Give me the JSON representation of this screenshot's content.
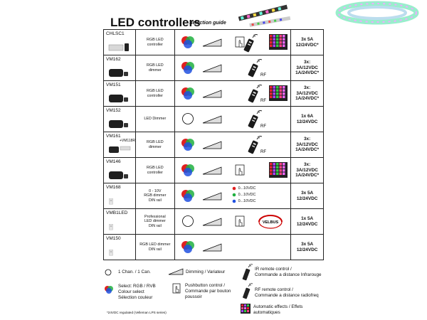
{
  "header": {
    "title": "LED controllers",
    "subtitle": "Selection guide"
  },
  "products": [
    {
      "code": "CHLSC1",
      "sub": "",
      "description": [
        "RGB LED",
        "controller"
      ],
      "spec": [
        "3x 5A",
        "12/24VDC*"
      ],
      "icons": [
        "colour-select",
        "dimming",
        "pushbutton",
        "ir-remote",
        "automatic-effects"
      ]
    },
    {
      "code": "VM162",
      "sub": "",
      "description": [
        "RGB LED",
        "dimmer"
      ],
      "spec": [
        "3x:",
        "3A/12VDC",
        "1A/24VDC*"
      ],
      "icons": [
        "colour-select",
        "dimming",
        "rf-remote"
      ]
    },
    {
      "code": "VM151",
      "sub": "",
      "description": [
        "RGB LED",
        "controller"
      ],
      "spec": [
        "3x:",
        "3A/12VDC",
        "1A/24VDC*"
      ],
      "icons": [
        "colour-select",
        "dimming",
        "rf-remote",
        "automatic-effects"
      ]
    },
    {
      "code": "VM152",
      "sub": "",
      "description": [
        "LED Dimmer"
      ],
      "spec": [
        "1x 6A",
        "12/24VDC"
      ],
      "icons": [
        "single-channel",
        "dimming",
        "rf-remote"
      ]
    },
    {
      "code": "VM161",
      "sub": "+VM118R",
      "description": [
        "RGB LED",
        "dimmer"
      ],
      "spec": [
        "3x:",
        "3A/12VDC",
        "1A/24VDC*"
      ],
      "icons": [
        "colour-select",
        "dimming",
        "rf-remote"
      ]
    },
    {
      "code": "VM146",
      "sub": "",
      "description": [
        "RGB LED",
        "controller"
      ],
      "spec": [
        "3x:",
        "3A/12VDC",
        "1A/24VDC*"
      ],
      "icons": [
        "colour-select",
        "dimming",
        "pushbutton",
        "automatic-effects"
      ]
    },
    {
      "code": "VM168",
      "sub": "",
      "description": [
        "0 - 10V",
        "RGB dimmer",
        "DIN rail"
      ],
      "spec": [
        "3x 5A",
        "12/24VDC"
      ],
      "icons": [
        "colour-select",
        "dimming",
        "0-10vdc"
      ],
      "voltage": [
        "0...10VDC",
        "0...10VDC",
        "0...10VDC"
      ]
    },
    {
      "code": "VMB1LED",
      "sub": "",
      "description": [
        "Professional",
        "LED dimmer",
        "DIN rail"
      ],
      "spec": [
        "1x 5A",
        "12/24VDC"
      ],
      "icons": [
        "single-channel",
        "dimming",
        "pushbutton",
        "velbus"
      ],
      "velbus": "VELBUS"
    },
    {
      "code": "VM150",
      "sub": "",
      "description": [
        "RGB LED dimmer",
        "DIN rail"
      ],
      "spec": [
        "3x 5A",
        "12/24VDC"
      ],
      "icons": [
        "colour-select",
        "dimming"
      ]
    }
  ],
  "legend": {
    "single_channel": "1 Chan. / 1 Can.",
    "dimming": "Dimming / Variateur",
    "ir_remote": [
      "IR remote control /",
      "Commande a distance Infrarouge"
    ],
    "colour_select": [
      "Select: RGB / RVB",
      "Colour select",
      "Sélection couleur"
    ],
    "pushbutton": [
      "Pushbutton control /",
      "Commande par bouton",
      "poussoir"
    ],
    "rf_remote": [
      "RF remote control /",
      "Commande a distance radiofreq"
    ],
    "automatic_effects": [
      "Automatic effects / Effets",
      "automatiques"
    ],
    "rf_tag": "RF"
  },
  "footnote": "*24VDC regulated (Velleman LPS series)",
  "colors": {
    "red": "#e02020",
    "green": "#20b040",
    "blue": "#2050e0",
    "border": "#222222"
  }
}
